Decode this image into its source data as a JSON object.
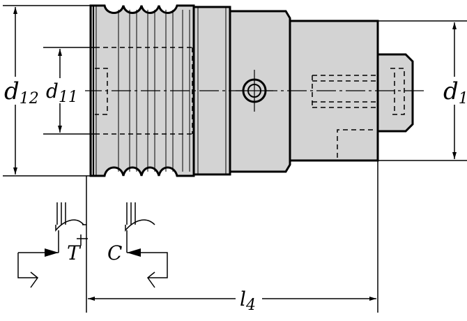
{
  "labels": {
    "d12": {
      "main": "d",
      "sub": "12"
    },
    "d11": {
      "main": "d",
      "sub": "11"
    },
    "d1": {
      "main": "d",
      "sub": "1"
    },
    "l4": {
      "main": "l",
      "sub": "4"
    },
    "t": "T",
    "c": "C"
  },
  "colors": {
    "body": "#d3d3d3",
    "line": "#000000",
    "background": "#ffffff"
  }
}
